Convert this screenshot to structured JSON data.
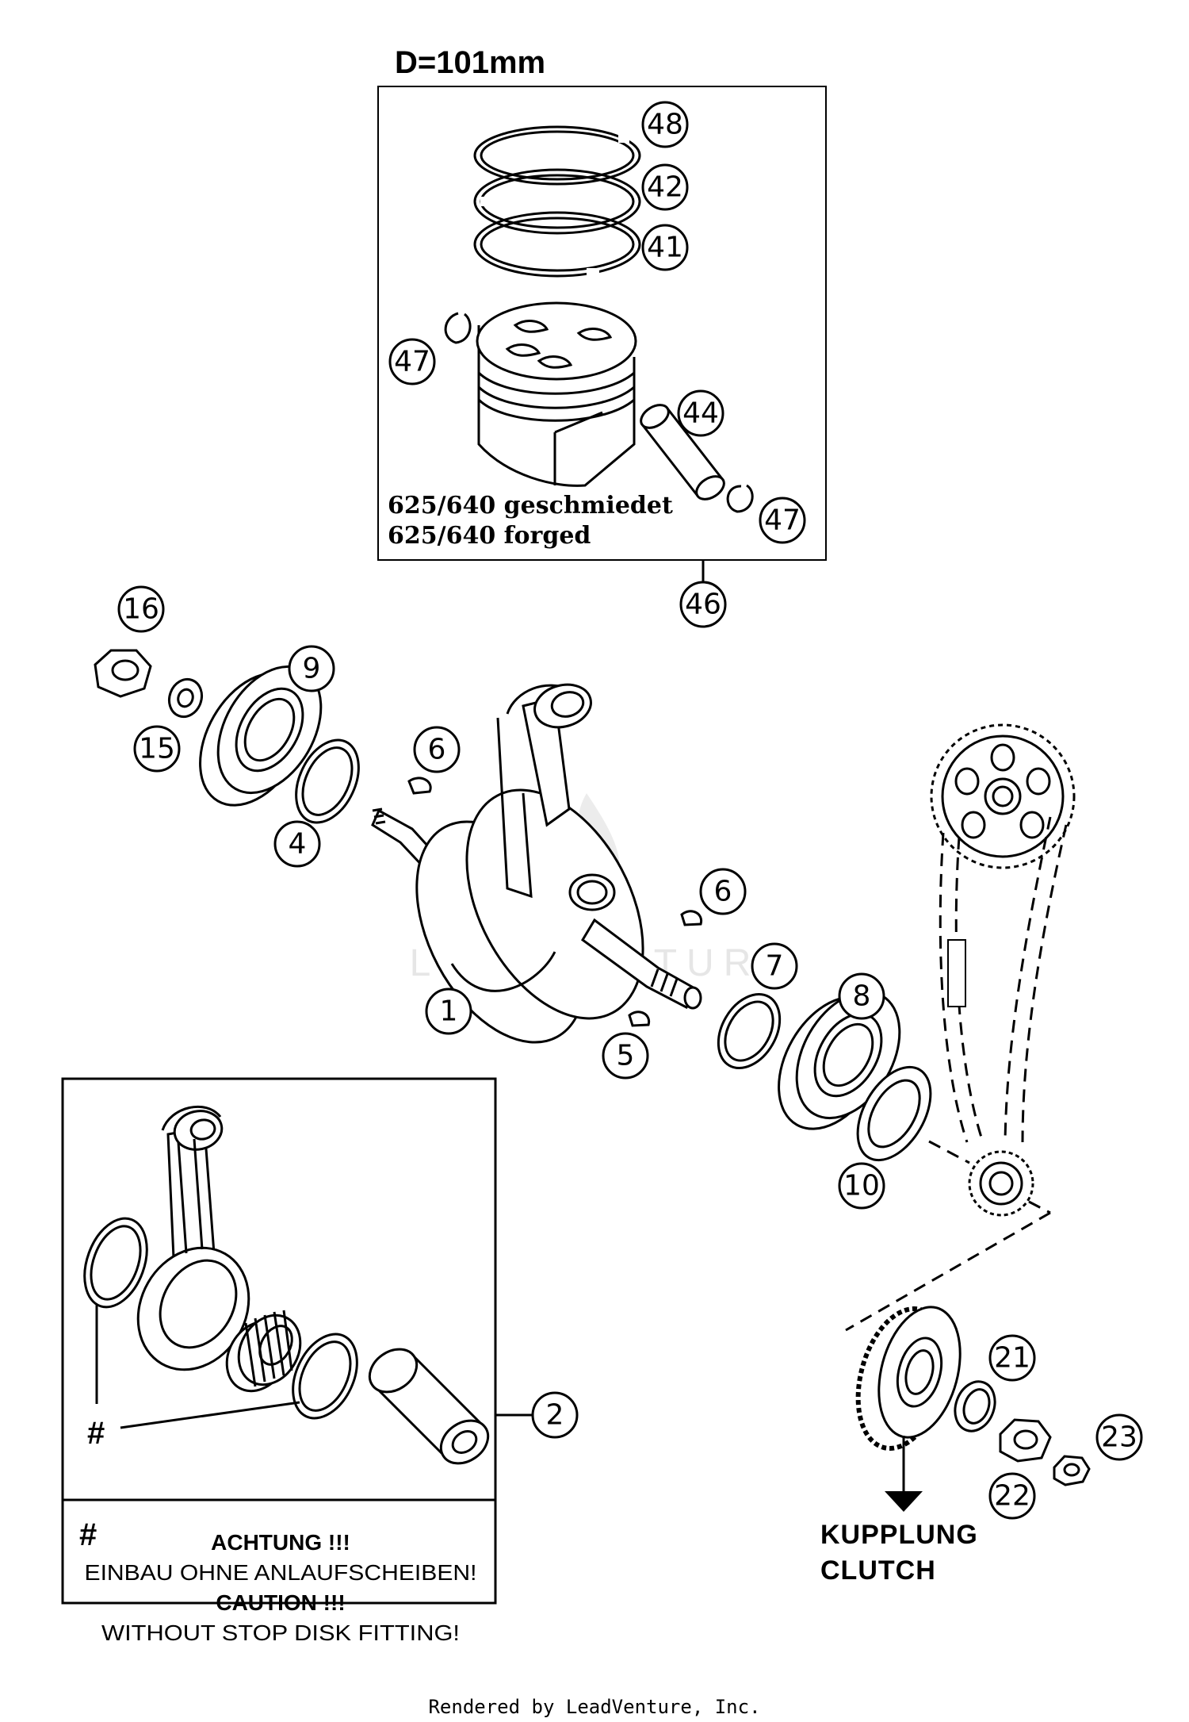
{
  "diameter_label": "D=101mm",
  "piston_box": {
    "line1": "625/640  geschmiedet",
    "line2": "625/640  forged"
  },
  "callouts": {
    "c48": "48",
    "c42": "42",
    "c41": "41",
    "c47a": "47",
    "c44": "44",
    "c47b": "47",
    "c46": "46",
    "c16": "16",
    "c9": "9",
    "c15": "15",
    "c4": "4",
    "c6a": "6",
    "c6b": "6",
    "c7": "7",
    "c8": "8",
    "c1": "1",
    "c5": "5",
    "c10": "10",
    "c2": "2",
    "c21": "21",
    "c22": "22",
    "c23": "23"
  },
  "conrod_box": {
    "hash_label": "#"
  },
  "note": {
    "hash": "#",
    "achtung": "ACHTUNG !!!",
    "einbau": "EINBAU OHNE ANLAUFSCHEIBEN!",
    "caution": "CAUTION !!!",
    "without": "WITHOUT STOP DISK FITTING!"
  },
  "clutch": {
    "de": "KUPPLUNG",
    "en": "CLUTCH"
  },
  "watermark": "LEADVENTURE",
  "footer": "Rendered by LeadVenture, Inc."
}
